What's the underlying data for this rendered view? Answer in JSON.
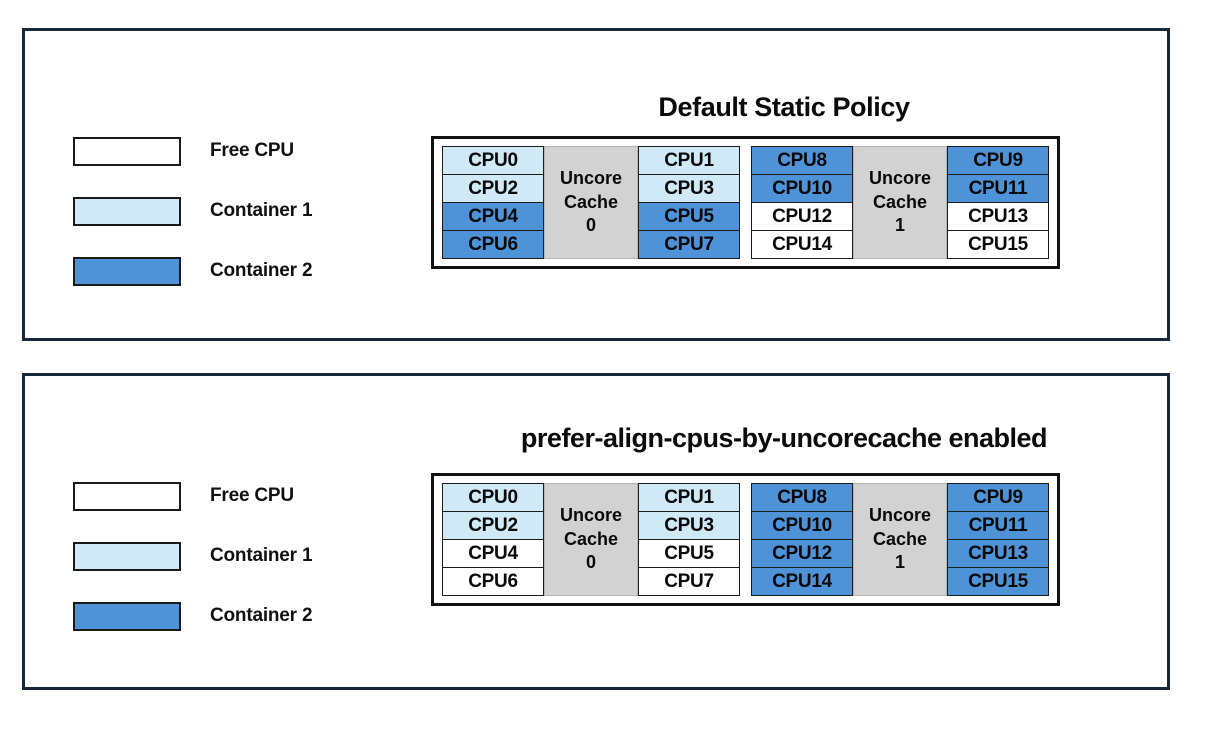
{
  "legend": {
    "items": [
      {
        "label": "Free CPU",
        "fill": "free",
        "color": "#ffffff"
      },
      {
        "label": "Container 1",
        "fill": "c1",
        "color": "#cfe9f7"
      },
      {
        "label": "Container 2",
        "fill": "c2",
        "color": "#4e93d8"
      }
    ]
  },
  "palette": {
    "free_cpu": "#ffffff",
    "container_1": "#cfe9f7",
    "container_2": "#4e93d8",
    "uncore_cache": "#d2d2d2",
    "panel_border": "#16283a",
    "cell_border": "#1c1c1c"
  },
  "panels": [
    {
      "id": "default-static-policy",
      "title": "Default Static Policy",
      "groups": [
        {
          "uncore_line1": "Uncore",
          "uncore_line2": "Cache",
          "uncore_line3": "0",
          "left_column": [
            {
              "label": "CPU0",
              "fill": "c1"
            },
            {
              "label": "CPU2",
              "fill": "c1"
            },
            {
              "label": "CPU4",
              "fill": "c2"
            },
            {
              "label": "CPU6",
              "fill": "c2"
            }
          ],
          "right_column": [
            {
              "label": "CPU1",
              "fill": "c1"
            },
            {
              "label": "CPU3",
              "fill": "c1"
            },
            {
              "label": "CPU5",
              "fill": "c2"
            },
            {
              "label": "CPU7",
              "fill": "c2"
            }
          ]
        },
        {
          "uncore_line1": "Uncore",
          "uncore_line2": "Cache",
          "uncore_line3": "1",
          "left_column": [
            {
              "label": "CPU8",
              "fill": "c2"
            },
            {
              "label": "CPU10",
              "fill": "c2"
            },
            {
              "label": "CPU12",
              "fill": "free"
            },
            {
              "label": "CPU14",
              "fill": "free"
            }
          ],
          "right_column": [
            {
              "label": "CPU9",
              "fill": "c2"
            },
            {
              "label": "CPU11",
              "fill": "c2"
            },
            {
              "label": "CPU13",
              "fill": "free"
            },
            {
              "label": "CPU15",
              "fill": "free"
            }
          ]
        }
      ]
    },
    {
      "id": "prefer-align-cpus-by-uncorecache-enabled",
      "title": "prefer-align-cpus-by-uncorecache enabled",
      "groups": [
        {
          "uncore_line1": "Uncore",
          "uncore_line2": "Cache",
          "uncore_line3": "0",
          "left_column": [
            {
              "label": "CPU0",
              "fill": "c1"
            },
            {
              "label": "CPU2",
              "fill": "c1"
            },
            {
              "label": "CPU4",
              "fill": "free"
            },
            {
              "label": "CPU6",
              "fill": "free"
            }
          ],
          "right_column": [
            {
              "label": "CPU1",
              "fill": "c1"
            },
            {
              "label": "CPU3",
              "fill": "c1"
            },
            {
              "label": "CPU5",
              "fill": "free"
            },
            {
              "label": "CPU7",
              "fill": "free"
            }
          ]
        },
        {
          "uncore_line1": "Uncore",
          "uncore_line2": "Cache",
          "uncore_line3": "1",
          "left_column": [
            {
              "label": "CPU8",
              "fill": "c2"
            },
            {
              "label": "CPU10",
              "fill": "c2"
            },
            {
              "label": "CPU12",
              "fill": "c2"
            },
            {
              "label": "CPU14",
              "fill": "c2"
            }
          ],
          "right_column": [
            {
              "label": "CPU9",
              "fill": "c2"
            },
            {
              "label": "CPU11",
              "fill": "c2"
            },
            {
              "label": "CPU13",
              "fill": "c2"
            },
            {
              "label": "CPU15",
              "fill": "c2"
            }
          ]
        }
      ]
    }
  ]
}
